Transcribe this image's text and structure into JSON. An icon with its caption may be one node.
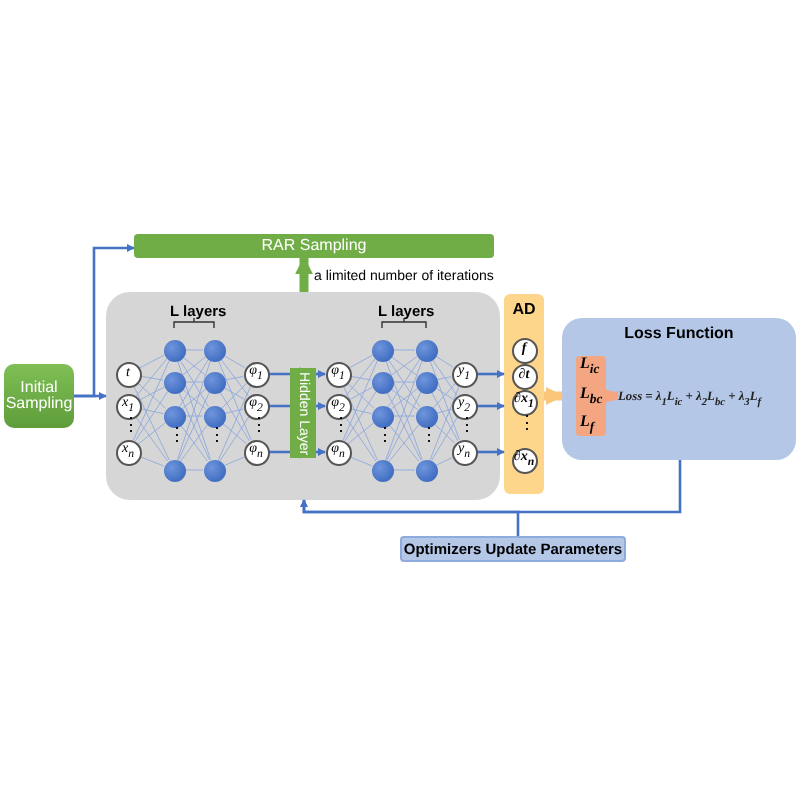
{
  "diagram": {
    "nodes": [
      {
        "text": [
          "Initial Sampling"
        ]
      },
      {
        "text": [
          "RAR Sampling"
        ]
      },
      {
        "text": [],
        "shape": "box"
      },
      {
        "text": [
          "t"
        ],
        "in": 2
      },
      {
        "text": [
          "x$_{1}$"
        ],
        "in": 2
      },
      {
        "text": [
          "x$_{n}$"
        ],
        "in": 2
      },
      {
        "text": [],
        "shape": "circle",
        "in": 2
      },
      {
        "text": [],
        "shape": "circle",
        "in": 2
      },
      {
        "text": [],
        "shape": "circle",
        "in": 2
      },
      {
        "text": [],
        "shape": "circle",
        "in": 2
      },
      {
        "text": [],
        "shape": "circle",
        "in": 2
      },
      {
        "text": [],
        "shape": "circle",
        "in": 2
      },
      {
        "text": [],
        "shape": "circle",
        "in": 2
      },
      {
        "text": [],
        "shape": "circle",
        "in": 2
      },
      {
        "text": [
          "φ$_{1}$"
        ],
        "in": 2
      },
      {
        "text": [
          "φ$_{2}$"
        ],
        "in": 2
      },
      {
        "text": [
          "φ$_{n}$"
        ],
        "in": 2
      },
      {
        "text": [
          "Hidden Layer"
        ],
        "in": 2
      },
      {
        "text": [
          "φ$_{1}$"
        ],
        "in": 2
      },
      {
        "text": [
          "φ$_{2}$"
        ],
        "in": 2
      },
      {
        "text": [
          "φ$_{n}$"
        ],
        "in": 2
      },
      {
        "text": [],
        "shape": "circle",
        "in": 2
      },
      {
        "text": [],
        "shape": "circle",
        "in": 2
      },
      {
        "text": [],
        "shape": "circle",
        "in": 2
      },
      {
        "text": [],
        "shape": "circle",
        "in": 2
      },
      {
        "text": [],
        "shape": "circle",
        "in": 2
      },
      {
        "text": [],
        "shape": "circle",
        "in": 2
      },
      {
        "text": [],
        "shape": "circle",
        "in": 2
      },
      {
        "text": [],
        "shape": "circle",
        "in": 2
      },
      {
        "text": [
          "y$_{1}$"
        ],
        "in": 2
      },
      {
        "text": [
          "y$_{2}$"
        ],
        "in": 2
      },
      {
        "text": [
          "y$_{n}$"
        ],
        "in": 2
      },
      {
        "text": [
          "AD"
        ]
      },
      {
        "text": [
          "f"
        ],
        "in": 32
      },
      {
        "text": [
          "∂t"
        ],
        "in": 32
      },
      {
        "text": [
          "∂x$_{1}$"
        ],
        "in": 32
      },
      {
        "text": [
          "∂x$_{n}$"
        ],
        "in": 32
      },
      {
        "text": [
          "Loss Function"
        ]
      },
      {
        "text": [
          "L$_{ic}$",
          "L$_{bc}$",
          "L$_{f}$"
        ],
        "in": 37
      },
      {
        "text": [
          "Loss = λ$_{1}$L$_{ic}$ + λ$_{2}$L$_{bc}$ + λ$_{3}$L$_{f}$"
        ],
        "in": 37
      },
      {
        "text": [
          "Optimizers Update Parameters"
        ]
      }
    ],
    "edges": [
      {
        "from": 0,
        "to": 2,
        "arrow": "to",
        "color": "#4472c4"
      },
      {
        "from": 0,
        "to": 1,
        "arrow": "to",
        "color": "#4472c4"
      },
      {
        "from": 2,
        "to": 1,
        "arrow": "to",
        "style": "thick",
        "color": "#70ad47",
        "label": "a limited number of iterations"
      },
      {
        "from": 37,
        "to": 2,
        "arrow": "to",
        "color": "#4472c4"
      },
      {
        "from": 40,
        "to": 2,
        "arrow": "to",
        "color": "#4472c4"
      },
      {
        "from": 32,
        "to": 37,
        "arrow": "to",
        "style": "thick",
        "color": "#f9c67a"
      },
      {
        "from": 38,
        "to": 39,
        "arrow": "to",
        "style": "thick",
        "color": "#f4a582"
      },
      {
        "from": 14,
        "to": 17,
        "arrow": "to",
        "color": "#4472c4"
      },
      {
        "from": 15,
        "to": 17,
        "arrow": "to",
        "color": "#4472c4"
      },
      {
        "from": 16,
        "to": 17,
        "arrow": "to",
        "color": "#4472c4"
      },
      {
        "from": 17,
        "to": 18,
        "arrow": "to",
        "color": "#4472c4"
      },
      {
        "from": 17,
        "to": 19,
        "arrow": "to",
        "color": "#4472c4"
      },
      {
        "from": 17,
        "to": 20,
        "arrow": "to",
        "color": "#4472c4"
      },
      {
        "from": 29,
        "to": 32,
        "arrow": "to",
        "color": "#4472c4"
      },
      {
        "from": 30,
        "to": 32,
        "arrow": "to",
        "color": "#4472c4"
      },
      {
        "from": 31,
        "to": 32,
        "arrow": "to",
        "color": "#4472c4"
      },
      {
        "from": 3,
        "to": 6,
        "arrow": "none"
      },
      {
        "from": 3,
        "to": 7,
        "arrow": "none"
      },
      {
        "from": 3,
        "to": 8,
        "arrow": "none"
      },
      {
        "from": 3,
        "to": 9,
        "arrow": "none"
      },
      {
        "from": 4,
        "to": 6,
        "arrow": "none"
      },
      {
        "from": 4,
        "to": 7,
        "arrow": "none"
      },
      {
        "from": 4,
        "to": 8,
        "arrow": "none"
      },
      {
        "from": 4,
        "to": 9,
        "arrow": "none"
      },
      {
        "from": 5,
        "to": 6,
        "arrow": "none"
      },
      {
        "from": 5,
        "to": 7,
        "arrow": "none"
      },
      {
        "from": 5,
        "to": 8,
        "arrow": "none"
      },
      {
        "from": 5,
        "to": 9,
        "arrow": "none"
      },
      {
        "from": 6,
        "to": 10,
        "arrow": "none"
      },
      {
        "from": 6,
        "to": 11,
        "arrow": "none"
      },
      {
        "from": 6,
        "to": 12,
        "arrow": "none"
      },
      {
        "from": 6,
        "to": 13,
        "arrow": "none"
      },
      {
        "from": 7,
        "to": 10,
        "arrow": "none"
      },
      {
        "from": 7,
        "to": 11,
        "arrow": "none"
      },
      {
        "from": 7,
        "to": 12,
        "arrow": "none"
      },
      {
        "from": 7,
        "to": 13,
        "arrow": "none"
      },
      {
        "from": 8,
        "to": 10,
        "arrow": "none"
      },
      {
        "from": 8,
        "to": 11,
        "arrow": "none"
      },
      {
        "from": 8,
        "to": 12,
        "arrow": "none"
      },
      {
        "from": 8,
        "to": 13,
        "arrow": "none"
      },
      {
        "from": 9,
        "to": 10,
        "arrow": "none"
      },
      {
        "from": 9,
        "to": 11,
        "arrow": "none"
      },
      {
        "from": 9,
        "to": 12,
        "arrow": "none"
      },
      {
        "from": 9,
        "to": 13,
        "arrow": "none"
      },
      {
        "from": 10,
        "to": 14,
        "arrow": "none"
      },
      {
        "from": 10,
        "to": 15,
        "arrow": "none"
      },
      {
        "from": 10,
        "to": 16,
        "arrow": "none"
      },
      {
        "from": 11,
        "to": 14,
        "arrow": "none"
      },
      {
        "from": 11,
        "to": 15,
        "arrow": "none"
      },
      {
        "from": 11,
        "to": 16,
        "arrow": "none"
      },
      {
        "from": 12,
        "to": 14,
        "arrow": "none"
      },
      {
        "from": 12,
        "to": 15,
        "arrow": "none"
      },
      {
        "from": 12,
        "to": 16,
        "arrow": "none"
      },
      {
        "from": 13,
        "to": 14,
        "arrow": "none"
      },
      {
        "from": 13,
        "to": 15,
        "arrow": "none"
      },
      {
        "from": 13,
        "to": 16,
        "arrow": "none"
      },
      {
        "from": 18,
        "to": 21,
        "arrow": "none"
      },
      {
        "from": 18,
        "to": 22,
        "arrow": "none"
      },
      {
        "from": 18,
        "to": 23,
        "arrow": "none"
      },
      {
        "from": 18,
        "to": 24,
        "arrow": "none"
      },
      {
        "from": 19,
        "to": 21,
        "arrow": "none"
      },
      {
        "from": 19,
        "to": 22,
        "arrow": "none"
      },
      {
        "from": 19,
        "to": 23,
        "arrow": "none"
      },
      {
        "from": 19,
        "to": 24,
        "arrow": "none"
      },
      {
        "from": 20,
        "to": 21,
        "arrow": "none"
      },
      {
        "from": 20,
        "to": 22,
        "arrow": "none"
      },
      {
        "from": 20,
        "to": 23,
        "arrow": "none"
      },
      {
        "from": 20,
        "to": 24,
        "arrow": "none"
      },
      {
        "from": 21,
        "to": 25,
        "arrow": "none"
      },
      {
        "from": 21,
        "to": 26,
        "arrow": "none"
      },
      {
        "from": 21,
        "to": 27,
        "arrow": "none"
      },
      {
        "from": 21,
        "to": 28,
        "arrow": "none"
      },
      {
        "from": 22,
        "to": 25,
        "arrow": "none"
      },
      {
        "from": 22,
        "to": 26,
        "arrow": "none"
      },
      {
        "from": 22,
        "to": 27,
        "arrow": "none"
      },
      {
        "from": 22,
        "to": 28,
        "arrow": "none"
      },
      {
        "from": 23,
        "to": 25,
        "arrow": "none"
      },
      {
        "from": 23,
        "to": 26,
        "arrow": "none"
      },
      {
        "from": 23,
        "to": 27,
        "arrow": "none"
      },
      {
        "from": 23,
        "to": 28,
        "arrow": "none"
      },
      {
        "from": 24,
        "to": 25,
        "arrow": "none"
      },
      {
        "from": 24,
        "to": 26,
        "arrow": "none"
      },
      {
        "from": 24,
        "to": 27,
        "arrow": "none"
      },
      {
        "from": 24,
        "to": 28,
        "arrow": "none"
      },
      {
        "from": 25,
        "to": 29,
        "arrow": "none"
      },
      {
        "from": 25,
        "to": 30,
        "arrow": "none"
      },
      {
        "from": 25,
        "to": 31,
        "arrow": "none"
      },
      {
        "from": 26,
        "to": 29,
        "arrow": "none"
      },
      {
        "from": 26,
        "to": 30,
        "arrow": "none"
      },
      {
        "from": 26,
        "to": 31,
        "arrow": "none"
      },
      {
        "from": 27,
        "to": 29,
        "arrow": "none"
      },
      {
        "from": 27,
        "to": 30,
        "arrow": "none"
      },
      {
        "from": 27,
        "to": 31,
        "arrow": "none"
      },
      {
        "from": 28,
        "to": 29,
        "arrow": "none"
      },
      {
        "from": 28,
        "to": 30,
        "arrow": "none"
      },
      {
        "from": 28,
        "to": 31,
        "arrow": "none"
      }
    ],
    "labels": [
      "L layers",
      "L layers",
      "⋮",
      "⋮",
      "⋮",
      "⋮",
      "⋮",
      "⋮",
      "⋮",
      "⋮",
      "⋮"
    ]
  }
}
